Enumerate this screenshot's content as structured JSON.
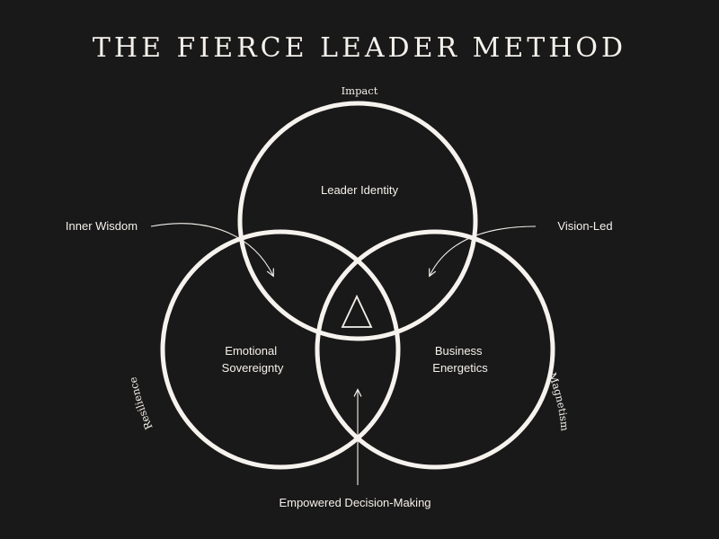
{
  "title": "THE FIERCE LEADER METHOD",
  "outer_labels": {
    "top": "Impact",
    "left": "Resilience",
    "right": "Magnetism"
  },
  "circles": {
    "top": "Leader Identity",
    "left": [
      "Emotional",
      "Sovereignty"
    ],
    "right": [
      "Business",
      "Energetics"
    ]
  },
  "pointers": {
    "left": "Inner Wisdom",
    "right": "Vision-Led",
    "bottom": "Empowered Decision-Making"
  },
  "colors": {
    "background": "#1a1919",
    "foreground": "#f4f1ec"
  },
  "center_icon": "triangle-outline-icon"
}
